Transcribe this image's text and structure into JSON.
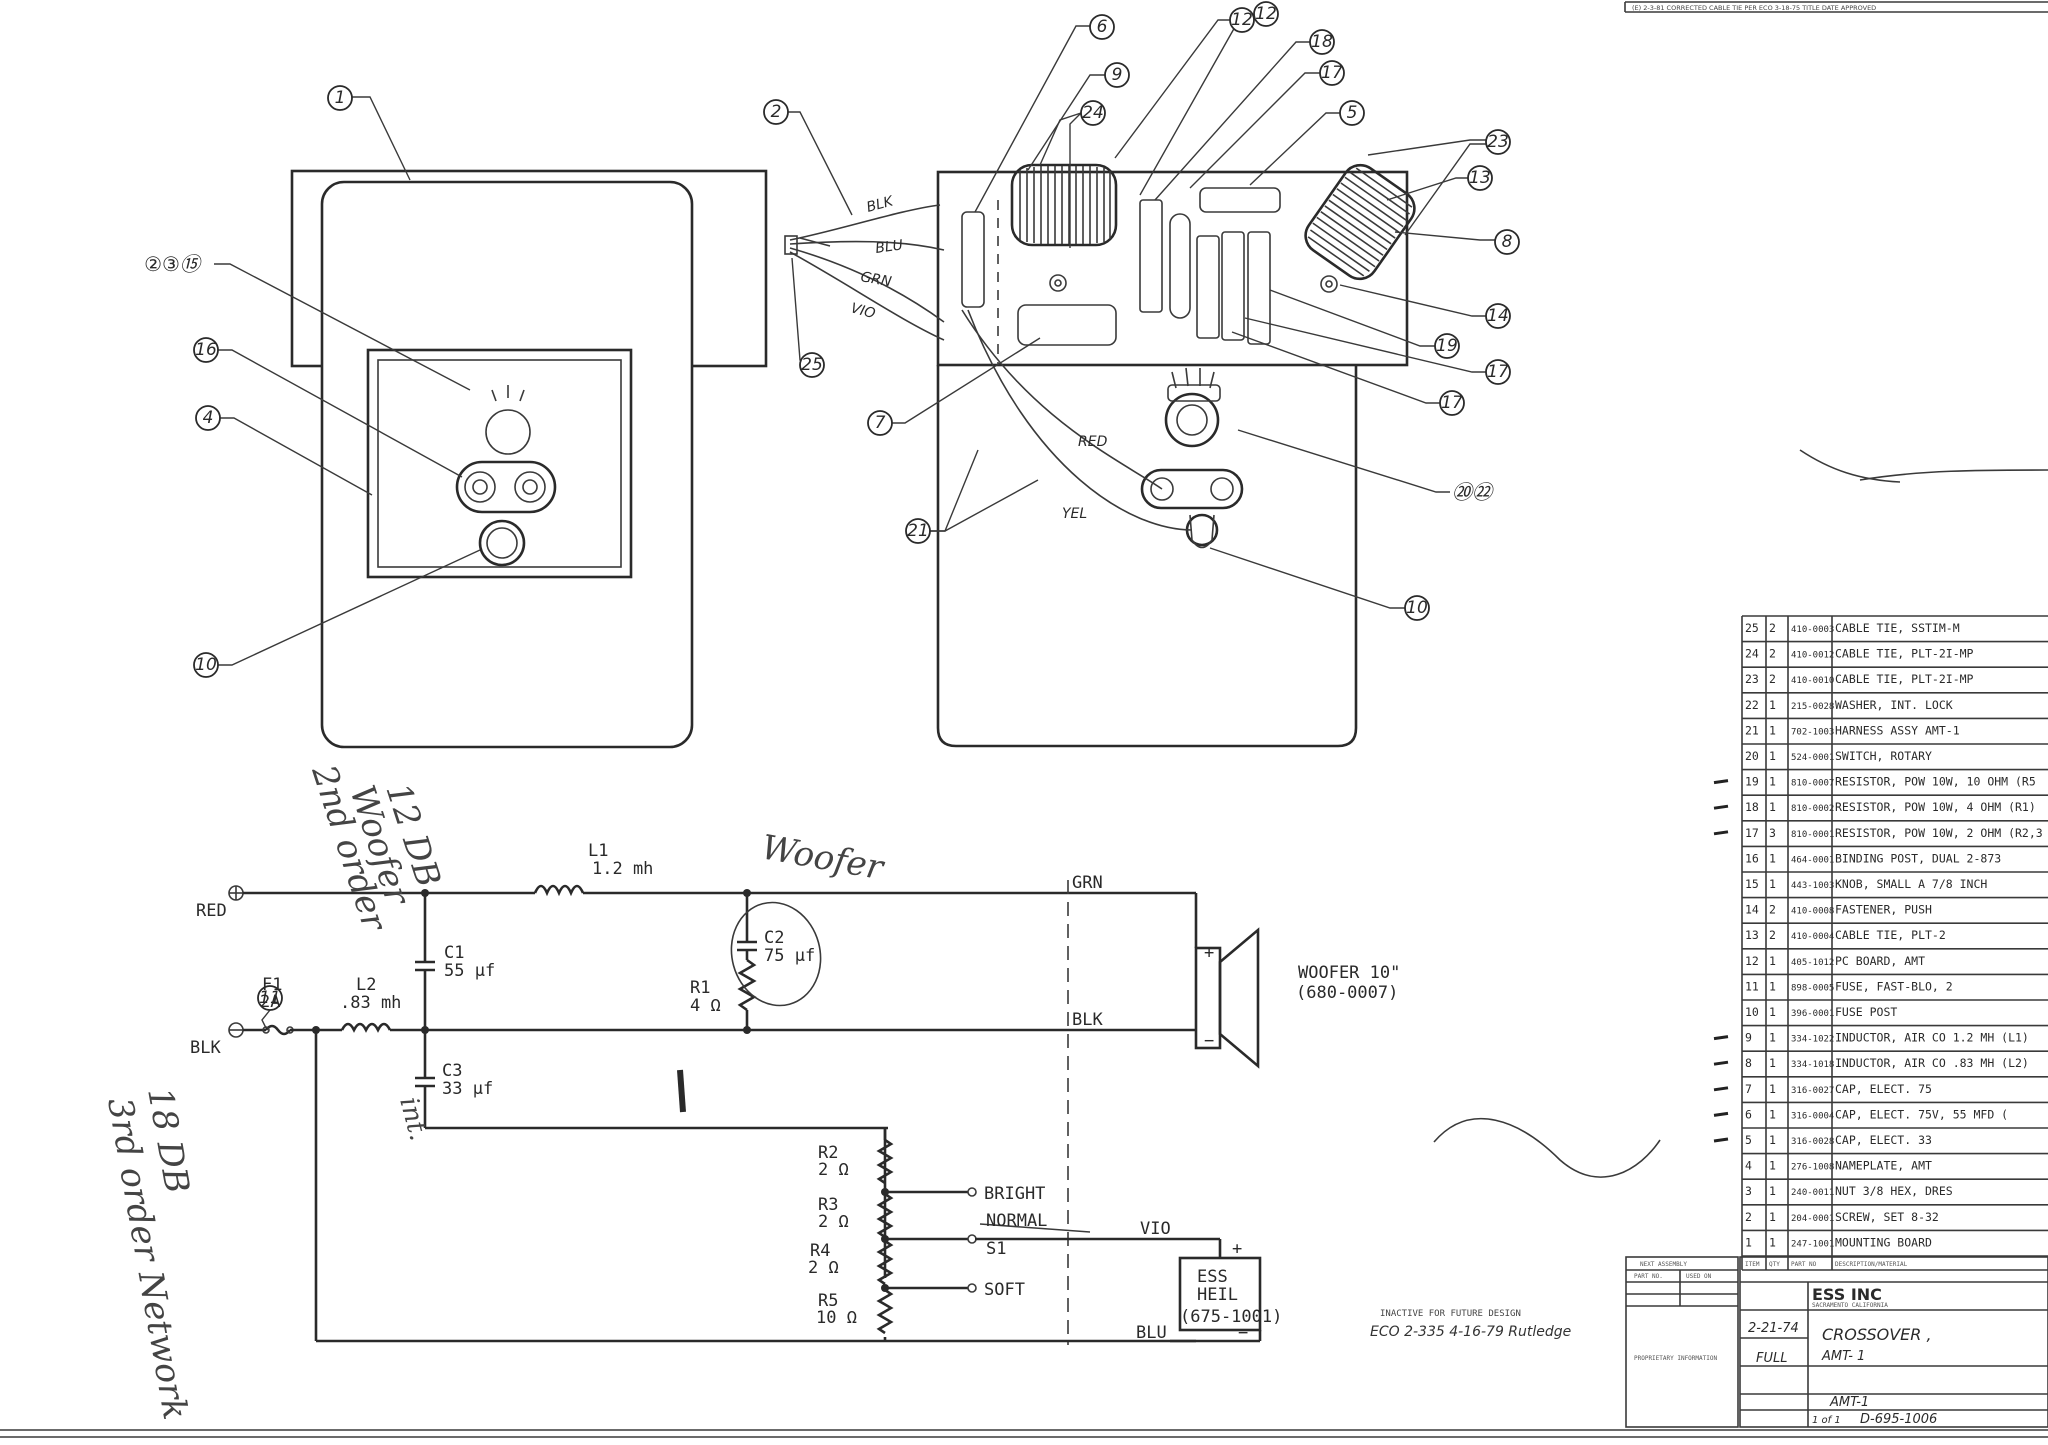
{
  "header_strip": "(E) 2-3-81 CORRECTED CABLE TIE PER ECO 3-18-75  TITLE DATE  APPROVED",
  "callouts": {
    "c1": "1",
    "c2": "2",
    "c23_15": "②③⑮",
    "c16": "16",
    "c4": "4",
    "c10a": "10",
    "c6": "6",
    "c9": "9",
    "c12": "12",
    "c18": "18",
    "c17a": "17",
    "c5": "5",
    "c23": "23",
    "c13": "13",
    "c8": "8",
    "c14": "14",
    "c19": "19",
    "c17b": "17",
    "c17c": "17",
    "c2022": "⑳㉒",
    "c10b": "10",
    "c7": "7",
    "c21": "21",
    "c25": "25",
    "c24": "24",
    "c11": "11"
  },
  "wire_labels": {
    "blk": "BLK",
    "blu": "BLU",
    "grn": "GRN",
    "vio": "VIO",
    "red": "RED",
    "yel": "YEL"
  },
  "schematic": {
    "red": "RED",
    "blk": "BLK",
    "f1": "F1",
    "f1_val": "2A",
    "l1": "L1",
    "l1_val": "1.2 mh",
    "l2": "L2",
    "l2_val": ".83 mh",
    "c1": "C1",
    "c1_val": "55 µf",
    "c2": "C2",
    "c2_val": "75 µf",
    "c3": "C3",
    "c3_val": "33 µf",
    "r1": "R1",
    "r1_val": "4 Ω",
    "r2": "R2",
    "r2_val": "2 Ω",
    "r3": "R3",
    "r3_val": "2 Ω",
    "r4": "R4",
    "r4_val": "2 Ω",
    "r5": "R5",
    "r5_val": "10 Ω",
    "grn": "GRN",
    "blk2": "BLK",
    "vio": "VIO",
    "blu": "BLU",
    "woofer_1": "WOOFER 10\"",
    "woofer_2": "(680-0007)",
    "bright": "BRIGHT",
    "normal": "NORMAL",
    "s1": "S1",
    "soft": "SOFT",
    "ess_1": "ESS",
    "ess_2": "HEIL",
    "ess_3": "(675-1001)",
    "plus": "+",
    "minus": "−"
  },
  "handwriting": {
    "h12db_1": "12 DB",
    "h12db_2": "Woofer",
    "h12db_3": "2nd order",
    "h18db_1": "18 DB",
    "h18db_2": "3rd order Network",
    "woofer": "Woofer",
    "int": "int."
  },
  "inactive_stamp": {
    "line1": "INACTIVE FOR FUTURE DESIGN",
    "line2": "ECO 2-335  4-16-79  Rutledge"
  },
  "parts_list": {
    "rows": [
      {
        "item": "25",
        "qty": "2",
        "part": "410-0003",
        "desc": "CABLE TIE, SSTIM-M"
      },
      {
        "item": "24",
        "qty": "2",
        "part": "410-0012",
        "desc": "CABLE TIE, PLT-2I-MP"
      },
      {
        "item": "23",
        "qty": "2",
        "part": "410-0010",
        "desc": "CABLE TIE, PLT-2I-MP"
      },
      {
        "item": "22",
        "qty": "1",
        "part": "215-0028",
        "desc": "WASHER, INT. LOCK"
      },
      {
        "item": "21",
        "qty": "1",
        "part": "702-1003",
        "desc": "HARNESS ASSY AMT-1"
      },
      {
        "item": "20",
        "qty": "1",
        "part": "524-0001",
        "desc": "SWITCH, ROTARY"
      },
      {
        "item": "19",
        "qty": "1",
        "part": "810-0007",
        "desc": "RESISTOR, POW 10W, 10 OHM (R5"
      },
      {
        "item": "18",
        "qty": "1",
        "part": "810-0002",
        "desc": "RESISTOR, POW 10W, 4 OHM (R1)"
      },
      {
        "item": "17",
        "qty": "3",
        "part": "810-0001",
        "desc": "RESISTOR, POW 10W, 2 OHM (R2,3"
      },
      {
        "item": "16",
        "qty": "1",
        "part": "464-0001",
        "desc": "BINDING POST, DUAL 2-873"
      },
      {
        "item": "15",
        "qty": "1",
        "part": "443-1003",
        "desc": "KNOB, SMALL A 7/8 INCH"
      },
      {
        "item": "14",
        "qty": "2",
        "part": "410-0008",
        "desc": "FASTENER, PUSH"
      },
      {
        "item": "13",
        "qty": "2",
        "part": "410-0004",
        "desc": "CABLE TIE, PLT-2"
      },
      {
        "item": "12",
        "qty": "1",
        "part": "405-1012",
        "desc": "PC BOARD, AMT"
      },
      {
        "item": "11",
        "qty": "1",
        "part": "898-0005",
        "desc": "FUSE, FAST-BLO, 2"
      },
      {
        "item": "10",
        "qty": "1",
        "part": "396-0001",
        "desc": "FUSE POST"
      },
      {
        "item": "9",
        "qty": "1",
        "part": "334-1022",
        "desc": "INDUCTOR, AIR CO 1.2 MH (L1)"
      },
      {
        "item": "8",
        "qty": "1",
        "part": "334-1018",
        "desc": "INDUCTOR, AIR CO .83 MH (L2)"
      },
      {
        "item": "7",
        "qty": "1",
        "part": "316-0027",
        "desc": "CAP, ELECT. 75"
      },
      {
        "item": "6",
        "qty": "1",
        "part": "316-0004",
        "desc": "CAP, ELECT. 75V, 55 MFD ("
      },
      {
        "item": "5",
        "qty": "1",
        "part": "316-0028",
        "desc": "CAP, ELECT. 33"
      },
      {
        "item": "4",
        "qty": "1",
        "part": "276-1008",
        "desc": "NAMEPLATE, AMT"
      },
      {
        "item": "3",
        "qty": "1",
        "part": "240-0011",
        "desc": "NUT 3/8 HEX, DRES"
      },
      {
        "item": "2",
        "qty": "1",
        "part": "204-0001",
        "desc": "SCREW, SET 8-32"
      },
      {
        "item": "1",
        "qty": "1",
        "part": "247-1001",
        "desc": "MOUNTING BOARD"
      }
    ],
    "headers": {
      "item": "ITEM",
      "qty": "QTY",
      "part": "PART NO",
      "desc": "DESCRIPTION/MATERIAL"
    }
  },
  "title_block": {
    "company": "ESS INC",
    "division": "SACRAMENTO CALIFORNIA",
    "title_1": "CROSSOVER ,",
    "title_2": "AMT- 1",
    "date": "2-21-74",
    "scale": "FULL",
    "model": "AMT-1",
    "dwg_no": "D-695-1006",
    "sheet": "1 of 1",
    "proprietary": "PROPRIETARY INFORMATION",
    "next_assembly": "NEXT ASSEMBLY",
    "part_no_label": "PART NO.",
    "used_on": "USED ON"
  }
}
